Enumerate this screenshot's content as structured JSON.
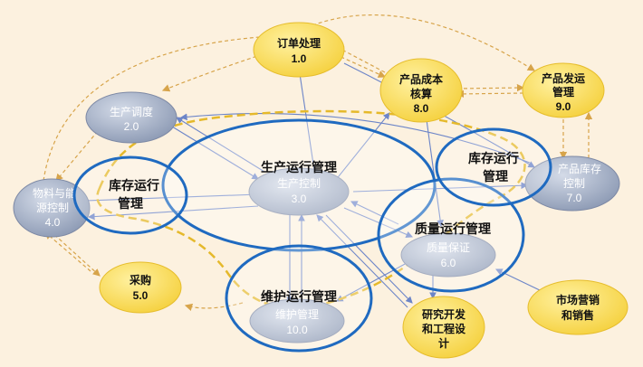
{
  "colors": {
    "background": "#fcf1df",
    "yellow_node": "#f7d84f",
    "gray_node": "#b3bccf",
    "ring": "#1f6ac0",
    "arrow_blue": "#6c85c8",
    "dash_orange": "#d7a44a",
    "dash_yellow": "#e5b92b"
  },
  "nodes": {
    "order": {
      "line1": "订单处理",
      "line2": "1.0"
    },
    "cost": {
      "line1": "产品成本",
      "line2": "核算",
      "line3": "8.0"
    },
    "ship": {
      "line1": "产品发运",
      "line2": "管理",
      "line3": "9.0"
    },
    "dispatch": {
      "line1": "生产调度",
      "line2": "2.0"
    },
    "material": {
      "line1": "物料与能",
      "line2": "源控制",
      "line3": "4.0"
    },
    "product_stock": {
      "line1": "产品库存",
      "line2": "控制",
      "line3": "7.0"
    },
    "prod_control": {
      "line1": "生产控制",
      "line2": "3.0"
    },
    "quality_assure": {
      "line1": "质量保证",
      "line2": "6.0"
    },
    "maint": {
      "line1": "维护管理",
      "line2": "10.0"
    },
    "purchase": {
      "line1": "采购",
      "line2": "5.0"
    },
    "rnd": {
      "line1": "研究开发",
      "line2": "和工程设",
      "line3": "计"
    },
    "market": {
      "line1": "市场营销",
      "line2": "和销售"
    }
  },
  "rings": {
    "inventory_left": {
      "line1": "库存运行",
      "line2": "管理"
    },
    "production": {
      "label": "生产运行管理"
    },
    "inventory_right": {
      "line1": "库存运行",
      "line2": "管理"
    },
    "quality": {
      "label": "质量运行管理"
    },
    "maintenance": {
      "label": "维护运行管理"
    }
  }
}
